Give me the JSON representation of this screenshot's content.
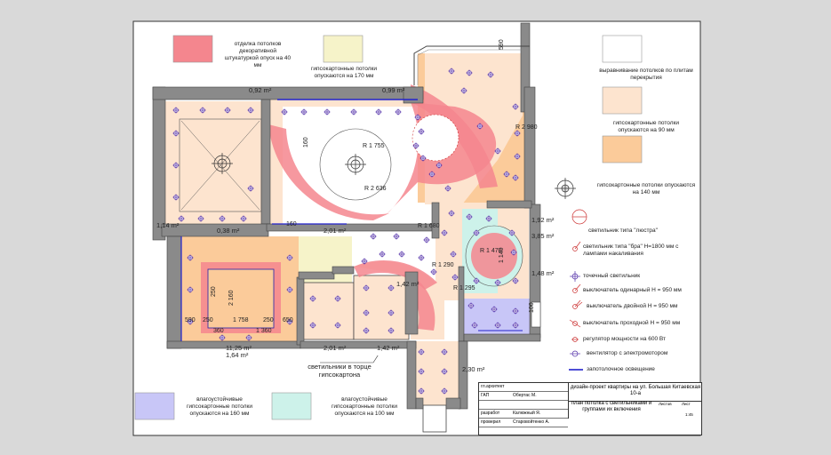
{
  "sheet": {
    "legend_top": [
      {
        "id": "l1",
        "color": "#f4868e",
        "text": "отделка потолков декоративной штукатуркой опуск на 40 мм"
      },
      {
        "id": "l2",
        "color": "#f6f3c9",
        "text": "гипсокартонные потолки опускаются на 170 мм"
      },
      {
        "id": "l3",
        "color": "#ffffff",
        "text": "выравнивание потолков по плитам перекрытия"
      },
      {
        "id": "l4",
        "color": "#fde4cf",
        "text": "гипсокартонные потолки опускаются на 90 мм"
      },
      {
        "id": "l5",
        "color": "#fbcb9a",
        "text": "гипсокартонные потолки опускаются на 140 мм"
      }
    ],
    "legend_bottom": [
      {
        "id": "l6",
        "color": "#c8c6f7",
        "text": "влагоустойчивые гипсокартонные потолки опускаются на 160 мм"
      },
      {
        "id": "l7",
        "color": "#cdf2ea",
        "text": "влагоустойчивые гипсокартонные потолки опускаются на 100 мм"
      }
    ],
    "symbols": [
      "светильник типа \"люстра\"",
      "светильник типа \"бра\" H=1800 мм с лампами накаливания",
      "точечный светильник",
      "выключатель одинарный  H = 950 мм",
      "выключатель двойной  H = 950 мм",
      "выключатель проходной  H = 950 мм",
      "регулятор мощности на 600 Вт",
      "вентилятор с электромотором",
      "запотолочное освещение"
    ],
    "areas": [
      "0,92 m²",
      "0,99 m²",
      "1,14 m²",
      "0,38 m²",
      "2,01 m²",
      "1,92 m²",
      "3,85 m²",
      "1,48 m²",
      "11,25 m²",
      "1,64 m²",
      "2,01 m²",
      "1,42 m²",
      "2,30 m²",
      "1,42 m²"
    ],
    "radii": [
      "R 1 755",
      "R 2 636",
      "R 2 980",
      "R 1 470",
      "R 1 295",
      "R 1 680",
      "R 1 290"
    ],
    "dims": [
      "590",
      "250",
      "1 758",
      "250",
      "650",
      "360",
      "1 360",
      "2 160",
      "250",
      "160",
      "1 140",
      "100",
      "590",
      "160"
    ],
    "callout": "светильники в торце гипсокартона",
    "title_block": {
      "rows": [
        {
          "a": "гл.архитект",
          "b": ""
        },
        {
          "a": "ГАП",
          "b": "Обертас М."
        },
        {
          "a": "",
          "b": ""
        },
        {
          "a": "разработ",
          "b": "Калюжный Я."
        },
        {
          "a": "проверил",
          "b": "Старовойтенко А."
        }
      ],
      "project": "дизайн-проект квартиры на ул. Большая Китаевская 10-а",
      "sheet_title": "план потолка с светильниками и группами их включения",
      "stage_label": "Листов",
      "sheet_label": "Лист",
      "scale_label": "Листов",
      "scale": "1:45"
    }
  }
}
